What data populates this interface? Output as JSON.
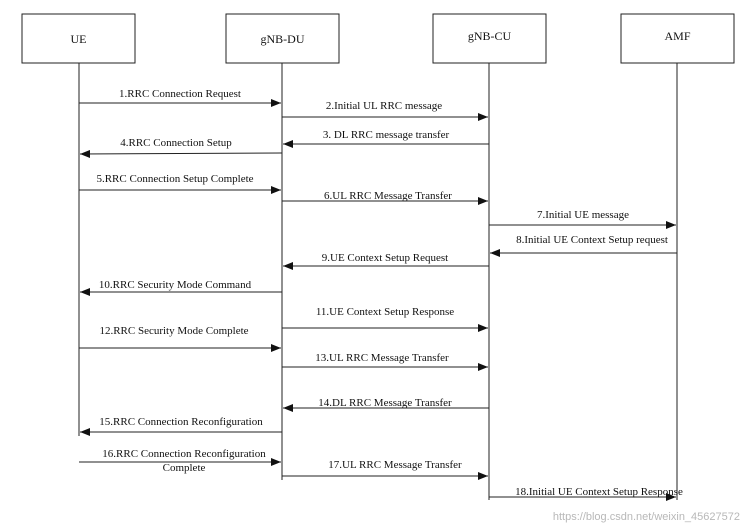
{
  "entities": [
    {
      "id": "ue",
      "label": "UE"
    },
    {
      "id": "du",
      "label": "gNB-DU"
    },
    {
      "id": "cu",
      "label": "gNB-CU"
    },
    {
      "id": "amf",
      "label": "AMF"
    }
  ],
  "messages": [
    {
      "label": "1.RRC Connection Request",
      "from": "ue",
      "to": "du"
    },
    {
      "label": "2.Initial UL RRC message",
      "from": "du",
      "to": "cu"
    },
    {
      "label": "3. DL RRC message transfer",
      "from": "cu",
      "to": "du"
    },
    {
      "label": "4.RRC Connection Setup",
      "from": "du",
      "to": "ue"
    },
    {
      "label": "5.RRC Connection Setup Complete",
      "from": "ue",
      "to": "du"
    },
    {
      "label": "6.UL RRC Message Transfer",
      "from": "du",
      "to": "cu"
    },
    {
      "label": "7.Initial UE message",
      "from": "cu",
      "to": "amf"
    },
    {
      "label": "8.Initial UE Context Setup request",
      "from": "amf",
      "to": "cu"
    },
    {
      "label": "9.UE Context Setup Request",
      "from": "cu",
      "to": "du"
    },
    {
      "label": "10.RRC Security Mode Command",
      "from": "du",
      "to": "ue"
    },
    {
      "label": "11.UE Context Setup Response",
      "from": "du",
      "to": "cu"
    },
    {
      "label": "12.RRC Security Mode Complete",
      "from": "ue",
      "to": "du"
    },
    {
      "label": "13.UL RRC Message Transfer",
      "from": "du",
      "to": "cu"
    },
    {
      "label": "14.DL RRC Message Transfer",
      "from": "cu",
      "to": "du"
    },
    {
      "label": "15.RRC Connection Reconfiguration",
      "from": "du",
      "to": "ue"
    },
    {
      "label": "16.RRC Connection Reconfiguration",
      "label2": "Complete",
      "from": "ue",
      "to": "du"
    },
    {
      "label": "17.UL RRC Message Transfer",
      "from": "du",
      "to": "cu"
    },
    {
      "label": "18.Initial UE Context Setup Response",
      "from": "cu",
      "to": "amf"
    }
  ],
  "watermark": "https://blog.csdn.net/weixin_45627572"
}
